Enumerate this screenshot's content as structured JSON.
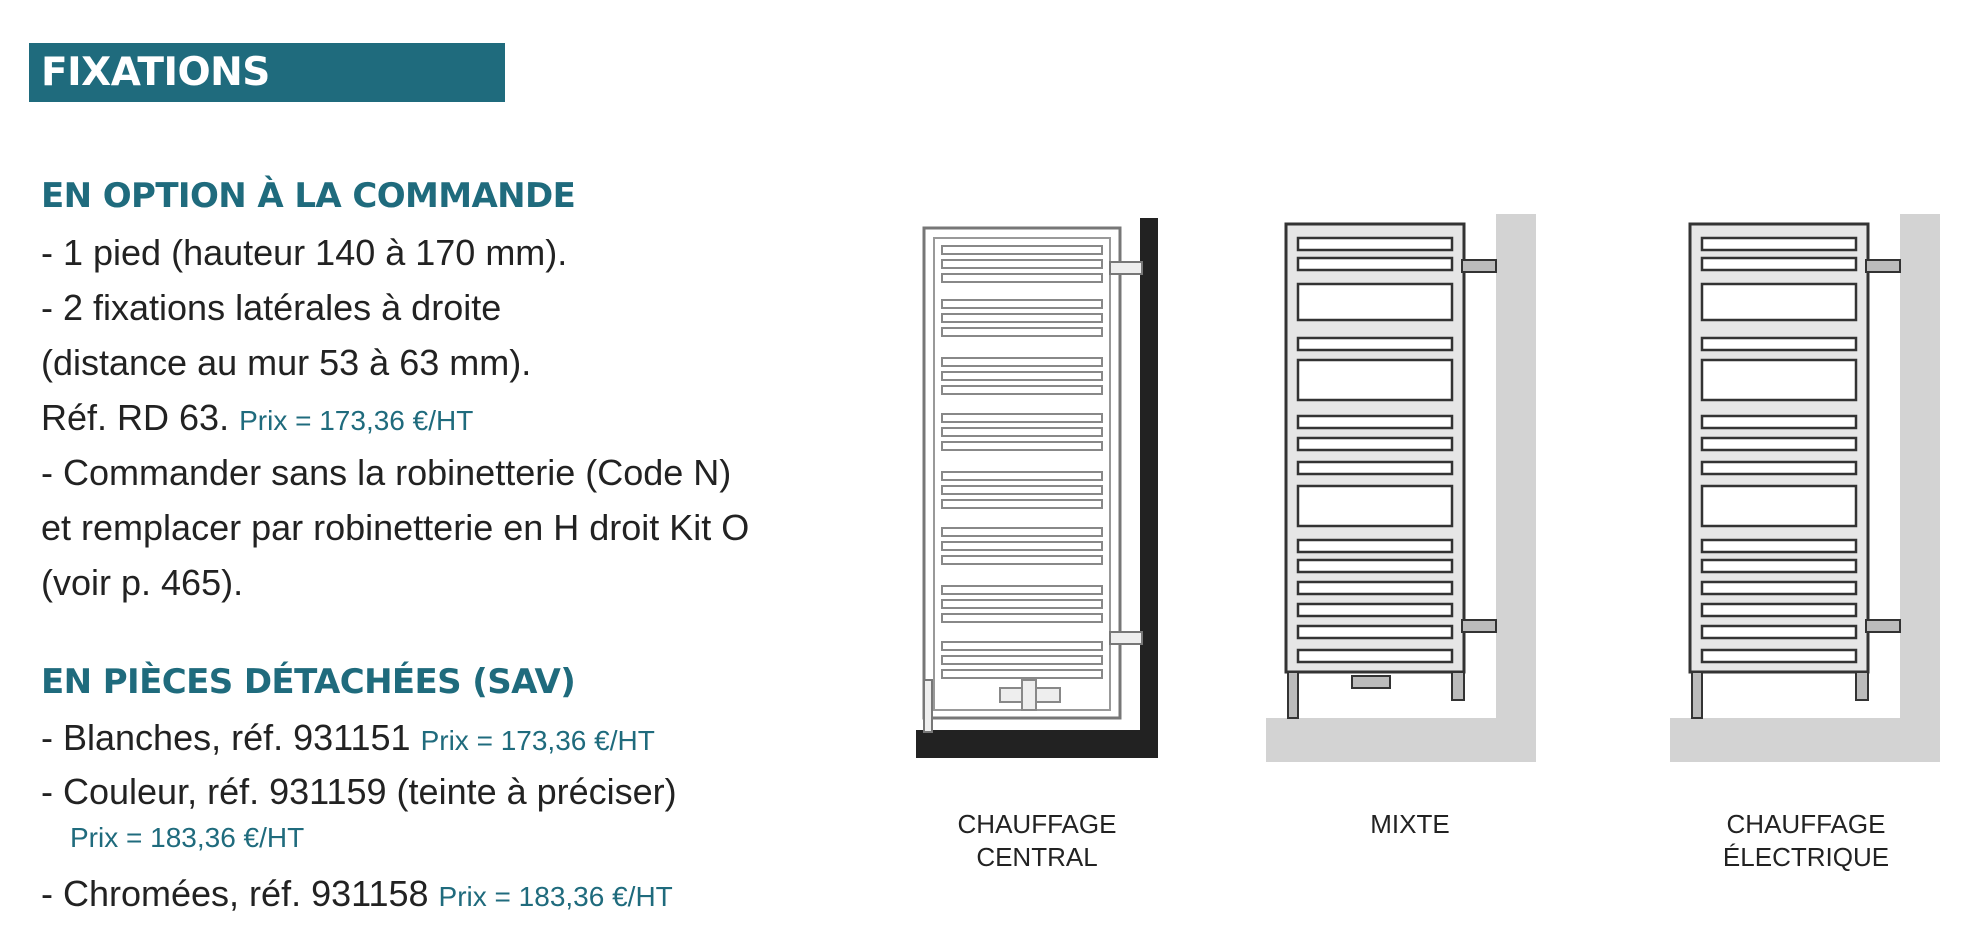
{
  "title": "FIXATIONS CLAUSTRA",
  "section_option": {
    "heading": "EN OPTION À LA COMMANDE",
    "lines": [
      "- 1 pied (hauteur 140 à 170 mm).",
      "- 2 fixations latérales à droite",
      "(distance au mur 53 à 63 mm).",
      "Réf. RD 63.",
      "- Commander sans la robinetterie (Code N)",
      "et remplacer par robinetterie en H droit Kit O",
      "(voir p. 465)."
    ],
    "ref_price": "Prix = 173,36 €/HT"
  },
  "section_sav": {
    "heading": "EN PIÈCES DÉTACHÉES (SAV)",
    "items": [
      {
        "text": "- Blanches, réf. 931151",
        "price": "Prix = 173,36 €/HT"
      },
      {
        "text": "- Couleur, réf. 931159 (teinte à préciser)",
        "price": "Prix = 183,36 €/HT"
      },
      {
        "text": "- Chromées, réf. 931158",
        "price": "Prix = 183,36 €/HT"
      }
    ]
  },
  "illustrations": [
    {
      "caption_line1": "CHAUFFAGE",
      "caption_line2": "CENTRAL"
    },
    {
      "caption_line1": "MIXTE",
      "caption_line2": ""
    },
    {
      "caption_line1": "CHAUFFAGE",
      "caption_line2": "ÉLECTRIQUE"
    }
  ],
  "colors": {
    "accent": "#1f6b7d",
    "text": "#222222",
    "wall": "#d3d3d3"
  }
}
